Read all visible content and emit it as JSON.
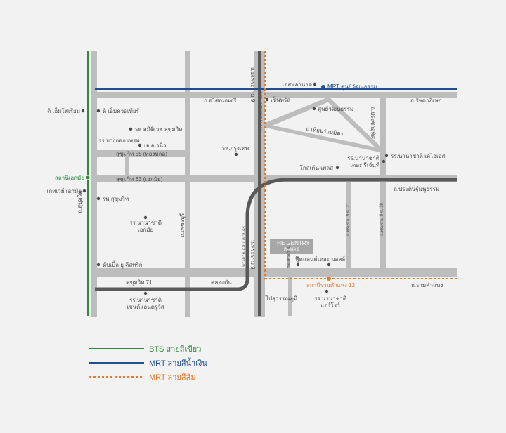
{
  "colors": {
    "background": "#f2f2f2",
    "road": "#bdbdbd",
    "expressway": "#595959",
    "bts_green": "#2e8b3a",
    "mrt_blue": "#1f4f8f",
    "mrt_orange": "#e8792a",
    "label": "#4a4a4a",
    "project_box": "#a6a6a6"
  },
  "roads": {
    "rama9_vertical": "ถ.พระราม 9",
    "rama9_top": "แยกพระราม 9",
    "sukhumvit_55": "สุขุมวิท 55 (ทองหล่อ)",
    "sukhumvit_63": "สุขุมวิท 63 (เอกมัย)",
    "sukhumvit_71": "สุขุมวิท 71",
    "khlongton": "คลองตัน",
    "sukhumvit_road": "ถ.สุขุมวิท",
    "phet_buri": "ถ.เพชรบุรี",
    "asok_montri": "ถ.อโศกมนตรี",
    "ratchadaphisek": "ถ.รัชดาภิเษก",
    "thiam_ruam_mit": "ถ.เทียมร่วมมิตร",
    "pracha_uthit": "ถ.ประชาอุทิศ",
    "pradit_manutham": "ถ.ประดิษฐ์มนูธรรม",
    "ramkhamhaeng": "ถ.รามคำแหง",
    "expressway_chalong": "ทางด่วนฉลองรัช-อาจณรงค์",
    "expressway_vertical": "ทางด่วนเฉลิมมหานคร",
    "rama9_mid": "ถ.พระราม 9",
    "soi_21": "ถ.พระราม 9 ซ. 21",
    "soi_39": "ถ.พระราม 9 ซ. 39",
    "soi_small": "ซอยพระราม"
  },
  "places": {
    "dimensions_bright": "ดิ เอ็มโพเรียม",
    "em_quartier": "ดิ เอ็มควอเทียร์",
    "samitivej": "รพ.สมิติเวช สุขุมวิท",
    "bangkok_prep": "รร.บางกอก เพรพ",
    "j_avenue": "เจ อเวนิว",
    "gateway_ekkamai": "เกทเวย์ เอกมัย",
    "sukhumvit_hospital": "รพ.สุขุมวิท",
    "nist_ekkamai": [
      "รร.นานาชาติ",
      "เอกมัย"
    ],
    "dbs": "ดับเบิ้ล ยู ดิสทริก",
    "st_andrews": [
      "รร.นานาชาติ",
      "เซนต์แอนดรูว์ส"
    ],
    "krungthep_hospital": "รพ.กรุงเทพ",
    "esplanade": "เอสพลานาด",
    "central": "เซ็นทรัล",
    "cultural_center": "ศูนย์วัฒนธรรม",
    "kis": "รร.นานาชาติ เคไอเอส",
    "ris": [
      "รร.นานาชาติ",
      "เดอะ รีเจ้นท์"
    ],
    "golden_place": "โกลเด้น เพลส",
    "fortune": "ฟู๊ดแลนด์",
    "the_mall": "เดอะ มอลล์",
    "prasarnmit": "ไปสุวรรณภูมิ",
    "harrow": [
      "รร.นานาชาติ",
      "แฮร์โรว์"
    ]
  },
  "stations": {
    "bts_ekkamai": "สถานีเอกมัย",
    "mrt_cultural": "MRT ศูนย์วัฒนธรรม",
    "mrt_ramkhamhaeng": "สถานีรามคำแหง 12"
  },
  "project": {
    "name": "THE GENTRY",
    "subtitle": "RAMA 9"
  },
  "legend": [
    {
      "label": "BTS สายสีเขียว",
      "color": "#2e8b3a",
      "style": "solid"
    },
    {
      "label": "MRT สายสีน้ำเงิน",
      "color": "#1f4f8f",
      "style": "solid"
    },
    {
      "label": "MRT สายสีส้ม",
      "color": "#e8792a",
      "style": "dotted"
    }
  ]
}
